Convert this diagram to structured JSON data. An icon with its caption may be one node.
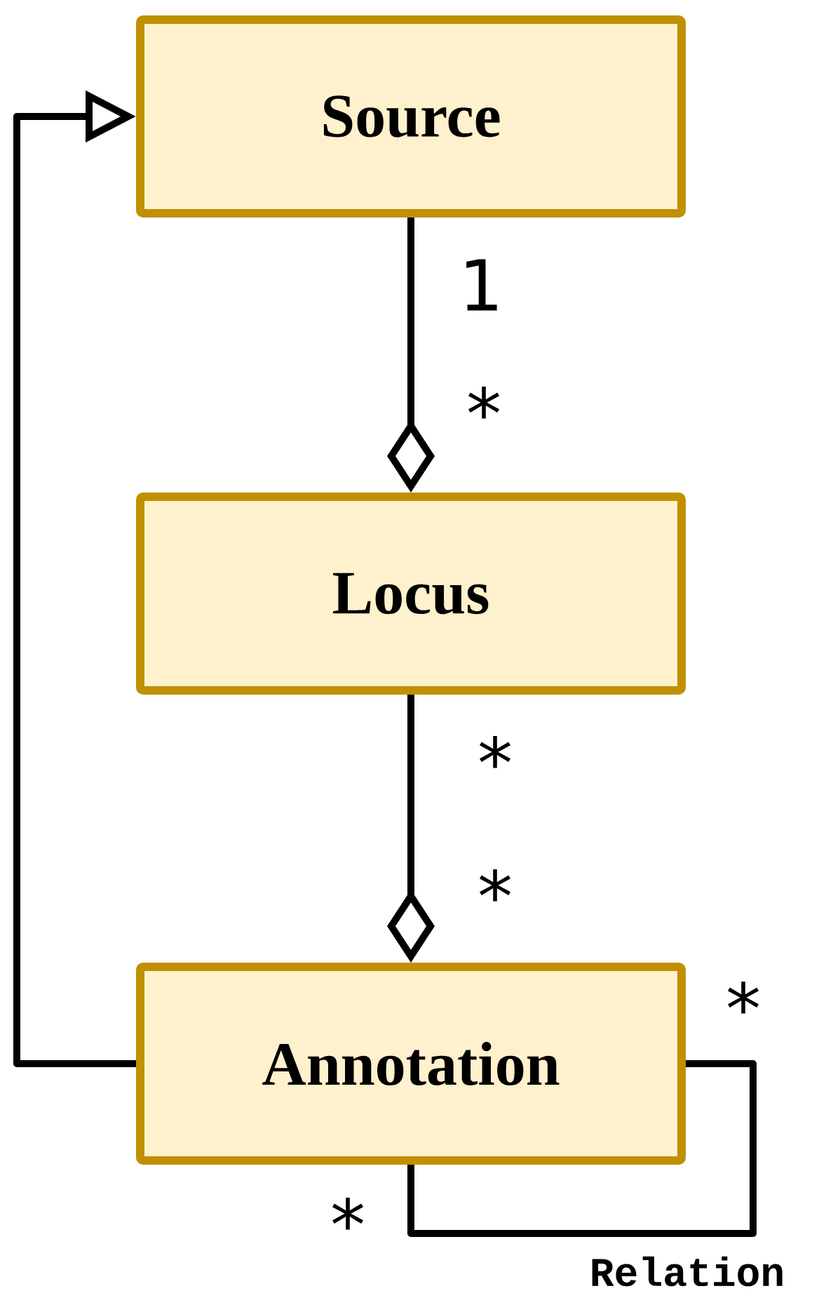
{
  "diagram": {
    "nodes": [
      {
        "text": [
          "Source"
        ]
      },
      {
        "text": [
          "Locus"
        ]
      },
      {
        "text": [
          "Annotation"
        ]
      }
    ],
    "edges": [
      {
        "from": 2,
        "to": 0,
        "arrow": "to"
      },
      {
        "from": 0,
        "to": 1,
        "arrow": "other"
      },
      {
        "from": 1,
        "to": 2,
        "arrow": "other"
      },
      {
        "from": 2,
        "to": 2,
        "arrow": "none",
        "label": "Relation"
      }
    ],
    "labels": [
      "1",
      "*",
      "*",
      "*",
      "*",
      "*"
    ]
  }
}
